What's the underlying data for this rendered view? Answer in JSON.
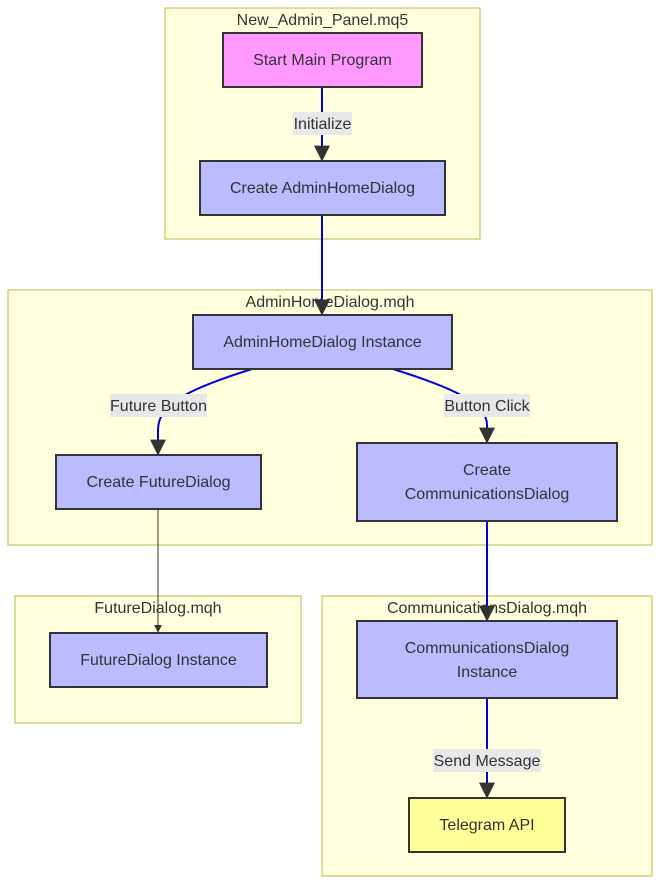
{
  "clusters": {
    "main": "New_Admin_Panel.mq5",
    "admin_home": "AdminHomeDialog.mqh",
    "future": "FutureDialog.mqh",
    "communications": "CommunicationsDialog.mqh"
  },
  "nodes": {
    "start": {
      "line1": "Start Main Program",
      "color": "#ff99ff"
    },
    "create_admin": {
      "line1": "Create AdminHomeDialog",
      "color": "#bbbbff"
    },
    "admin_instance": {
      "line1": "AdminHomeDialog Instance",
      "color": "#bbbbff"
    },
    "create_future": {
      "line1": "Create FutureDialog",
      "color": "#bbbbff"
    },
    "create_comm": {
      "line1": "Create",
      "line2": "CommunicationsDialog",
      "color": "#bbbbff"
    },
    "future_instance": {
      "line1": "FutureDialog Instance",
      "color": "#bbbbff"
    },
    "comm_instance": {
      "line1": "CommunicationsDialog",
      "line2": "Instance",
      "color": "#bbbbff"
    },
    "telegram": {
      "line1": "Telegram API",
      "color": "#ffff99"
    }
  },
  "edges": {
    "initialize": "Initialize",
    "future_button": "Future Button",
    "button_click": "Button Click",
    "send_message": "Send Message"
  },
  "colors": {
    "edge_highlight": "#0000dd",
    "edge_default": "#333333"
  }
}
